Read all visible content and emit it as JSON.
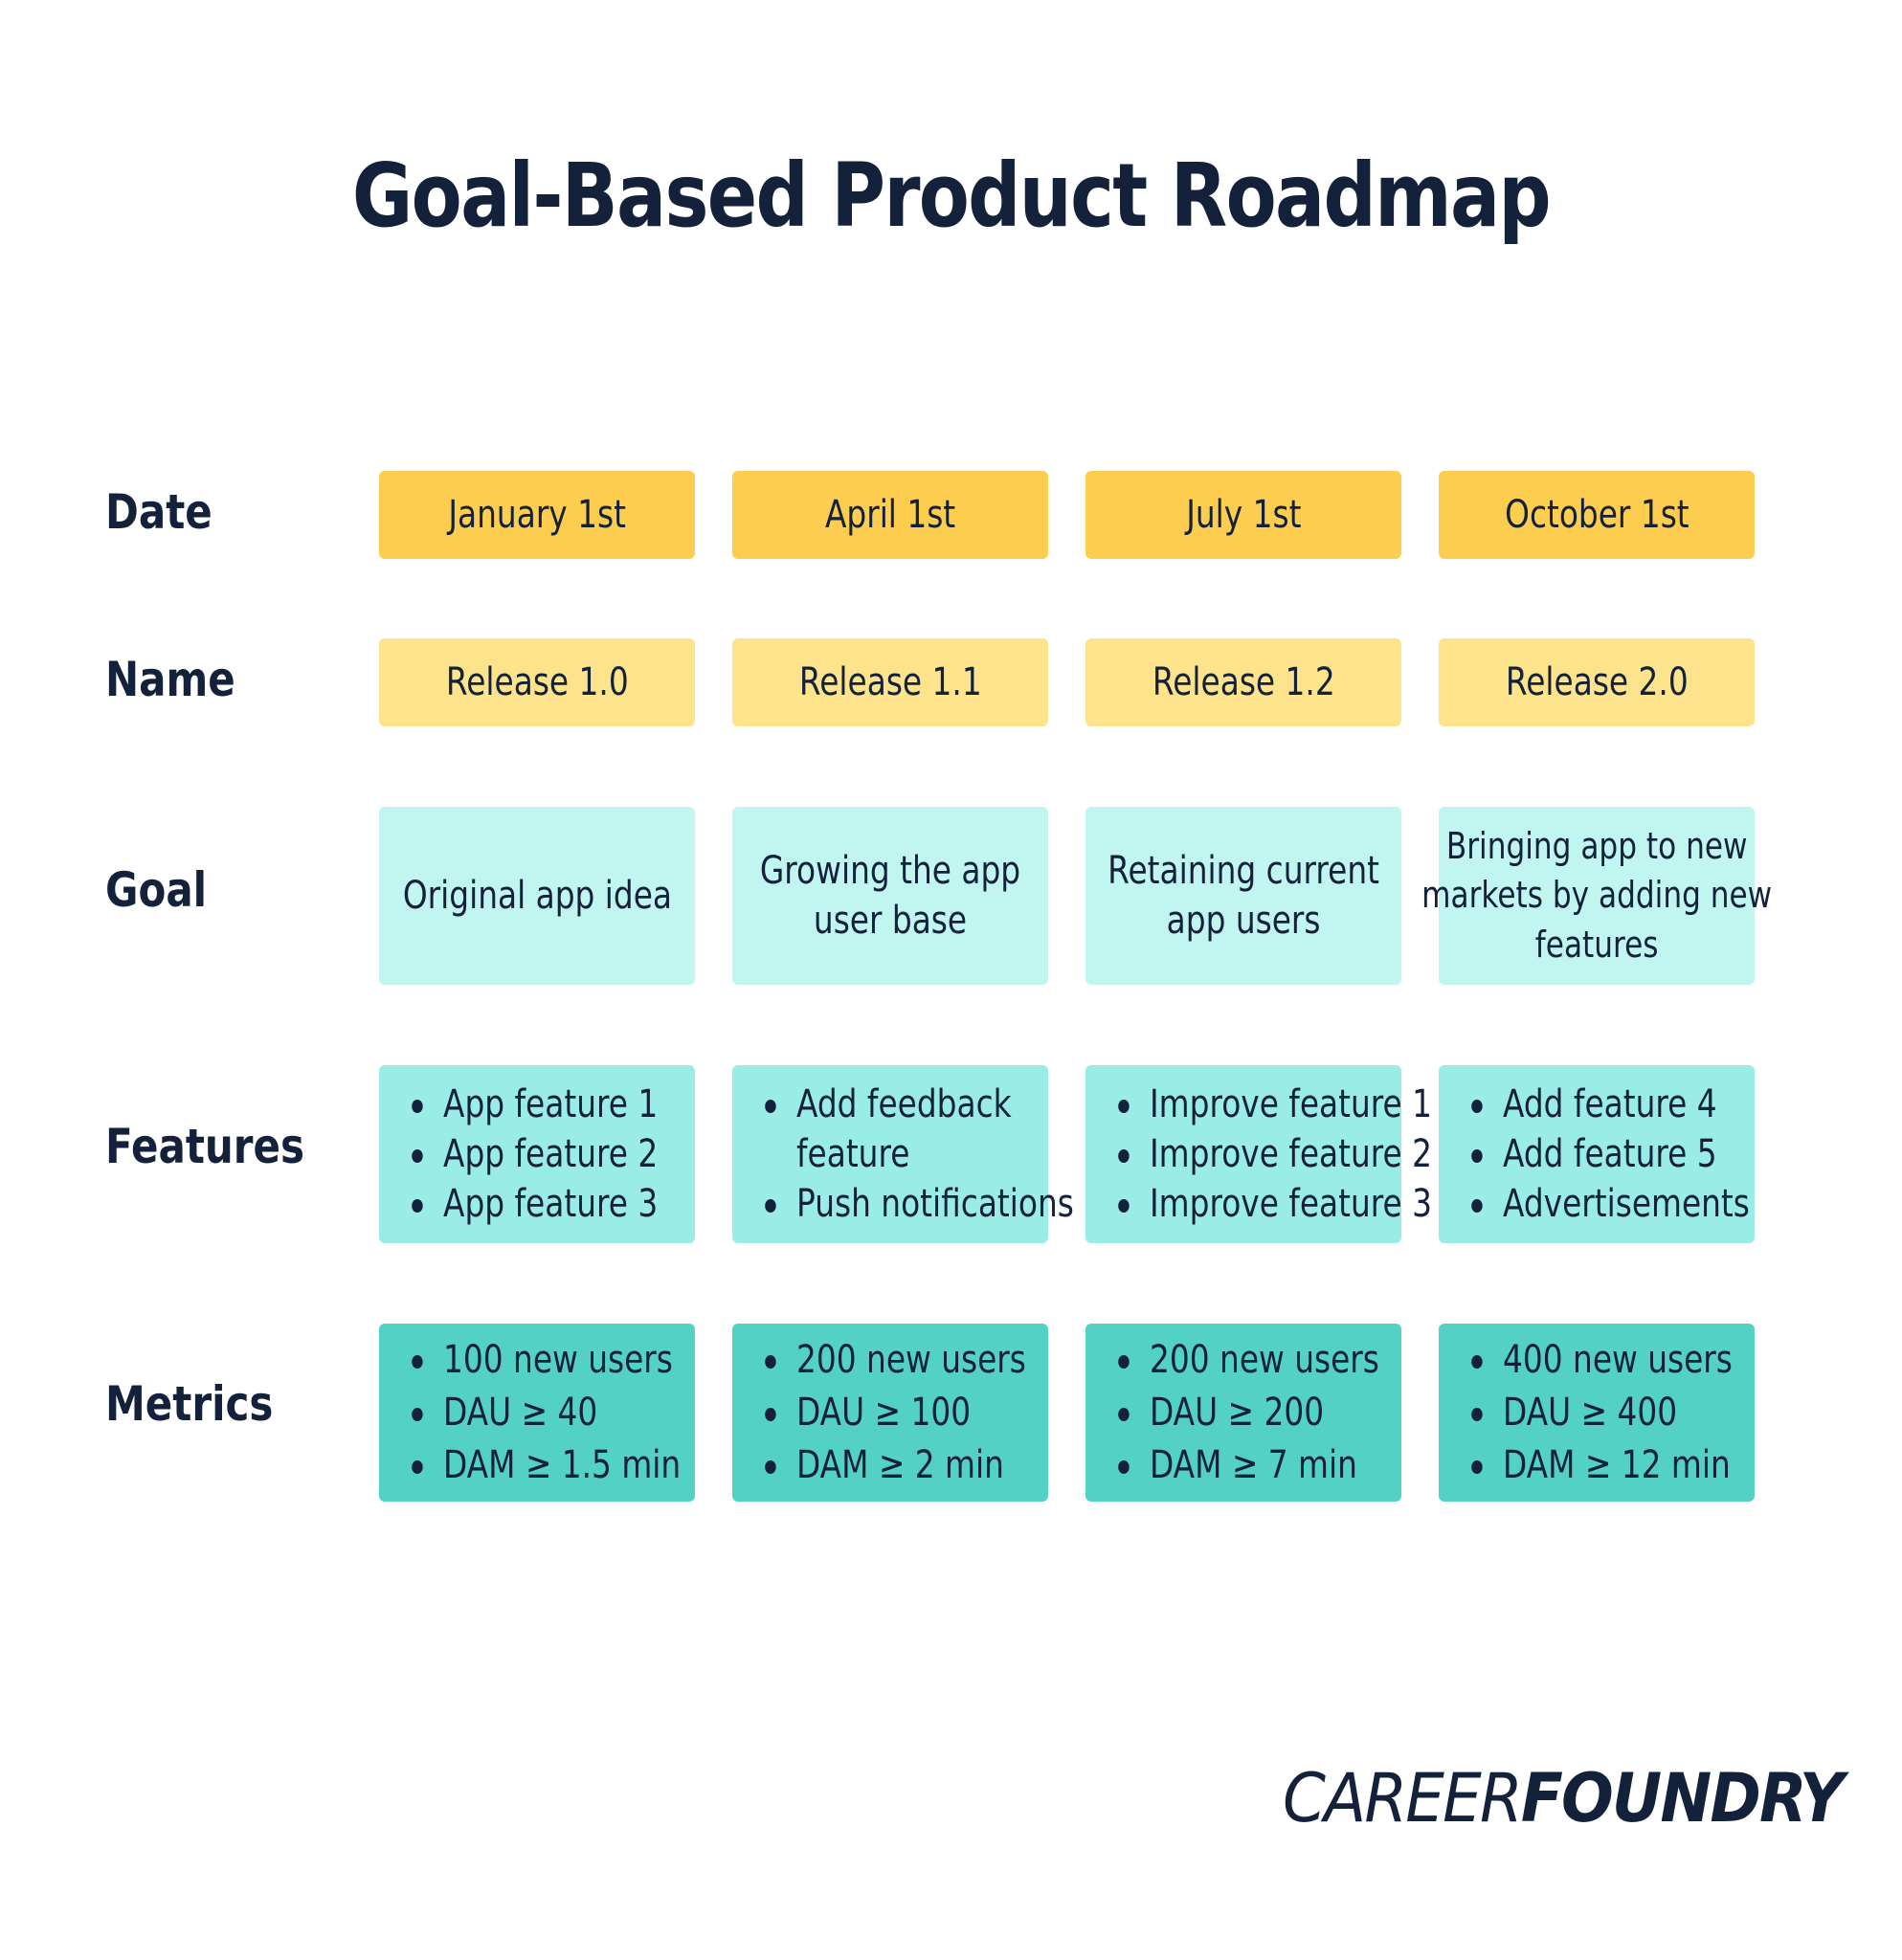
{
  "title": "Goal-Based Product Roadmap",
  "colors": {
    "date": "#fdcd4f",
    "name": "#fde48c",
    "goal": "#c0f6ef",
    "features": "#99ede6",
    "metrics": "#54d1c5",
    "text": "#14213a"
  },
  "row_labels": {
    "date": "Date",
    "name": "Name",
    "goal": "Goal",
    "features": "Features",
    "metrics": "Metrics"
  },
  "dates": [
    "January 1st",
    "April 1st",
    "July 1st",
    "October 1st"
  ],
  "names": [
    "Release 1.0",
    "Release 1.1",
    "Release 1.2",
    "Release 2.0"
  ],
  "goals": [
    [
      "Original app idea"
    ],
    [
      "Growing the app",
      "user base"
    ],
    [
      "Retaining current",
      "app users"
    ],
    [
      "Bringing app to new",
      "markets by adding new",
      "features"
    ]
  ],
  "features": [
    [
      "App feature 1",
      "App feature 2",
      "App feature 3"
    ],
    [
      "Add feedback",
      "feature",
      "Push notifications"
    ],
    [
      "Improve feature 1",
      "Improve feature 2",
      "Improve feature 3"
    ],
    [
      "Add feature 4",
      "Add feature 5",
      "Advertisements"
    ]
  ],
  "metrics": [
    [
      "100 new users",
      "DAU ≥ 40",
      "DAM ≥ 1.5 min"
    ],
    [
      "200 new users",
      "DAU ≥ 100",
      "DAM ≥ 2 min"
    ],
    [
      "200 new users",
      "DAU ≥ 200",
      "DAM ≥ 7 min"
    ],
    [
      "400 new users",
      "DAU ≥ 400",
      "DAM ≥ 12 min"
    ]
  ],
  "logo": {
    "light": "CAREER",
    "bold": "FOUNDRY"
  }
}
